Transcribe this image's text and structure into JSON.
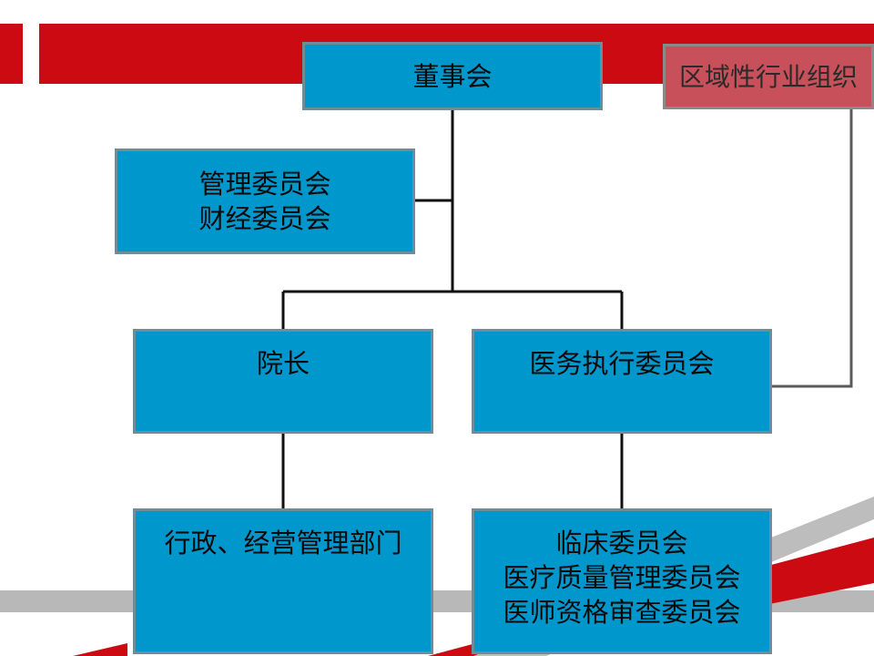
{
  "colors": {
    "box_fill": "#0097cc",
    "box_border": "#6f8c99",
    "regional_fill": "#c8505a",
    "connector": "#111111",
    "banner_red": "#cc0a12",
    "banner_gray": "#b8b8b8"
  },
  "org_chart": {
    "board": {
      "label": "董事会"
    },
    "regional": {
      "label": "区域性行业组织"
    },
    "committees_top": {
      "lines": [
        "管理委员会",
        "财经委员会"
      ]
    },
    "president": {
      "label": "院长"
    },
    "medical_exec": {
      "label": "医务执行委员会"
    },
    "admin_dept": {
      "label": "行政、经营管理部门"
    },
    "committees_bottom": {
      "lines": [
        "临床委员会",
        "医疗质量管理委员会",
        "医师资格审查委员会"
      ]
    }
  }
}
